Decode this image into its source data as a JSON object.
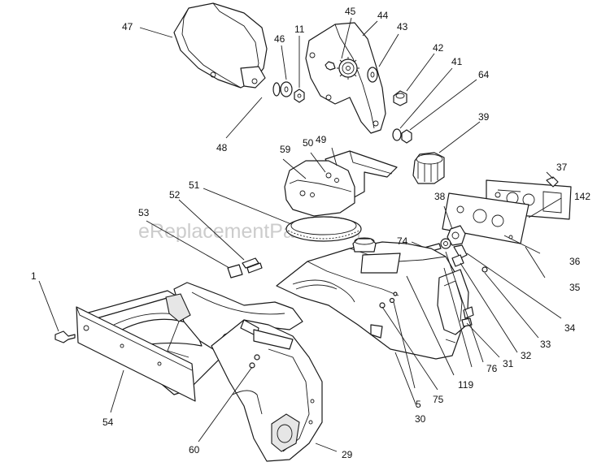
{
  "watermark": "eReplacementParts.com",
  "callouts": [
    {
      "id": "c47",
      "text": "47"
    },
    {
      "id": "c46",
      "text": "46"
    },
    {
      "id": "c11",
      "text": "11"
    },
    {
      "id": "c45",
      "text": "45"
    },
    {
      "id": "c44",
      "text": "44"
    },
    {
      "id": "c43",
      "text": "43"
    },
    {
      "id": "c42",
      "text": "42"
    },
    {
      "id": "c41",
      "text": "41"
    },
    {
      "id": "c64",
      "text": "64"
    },
    {
      "id": "c48",
      "text": "48"
    },
    {
      "id": "c39",
      "text": "39"
    },
    {
      "id": "c59",
      "text": "59"
    },
    {
      "id": "c50",
      "text": "50"
    },
    {
      "id": "c49",
      "text": "49"
    },
    {
      "id": "c37",
      "text": "37"
    },
    {
      "id": "c51",
      "text": "51"
    },
    {
      "id": "c52",
      "text": "52"
    },
    {
      "id": "c142",
      "text": "142"
    },
    {
      "id": "c38",
      "text": "38"
    },
    {
      "id": "c53",
      "text": "53"
    },
    {
      "id": "c74",
      "text": "74"
    },
    {
      "id": "c36",
      "text": "36"
    },
    {
      "id": "c35",
      "text": "35"
    },
    {
      "id": "c1",
      "text": "1"
    },
    {
      "id": "c34",
      "text": "34"
    },
    {
      "id": "c33",
      "text": "33"
    },
    {
      "id": "c32",
      "text": "32"
    },
    {
      "id": "c31",
      "text": "31"
    },
    {
      "id": "c76",
      "text": "76"
    },
    {
      "id": "c119",
      "text": "119"
    },
    {
      "id": "c75",
      "text": "75"
    },
    {
      "id": "c5",
      "text": "5"
    },
    {
      "id": "c30",
      "text": "30"
    },
    {
      "id": "c54",
      "text": "54"
    },
    {
      "id": "c60",
      "text": "60"
    },
    {
      "id": "c29",
      "text": "29"
    }
  ]
}
